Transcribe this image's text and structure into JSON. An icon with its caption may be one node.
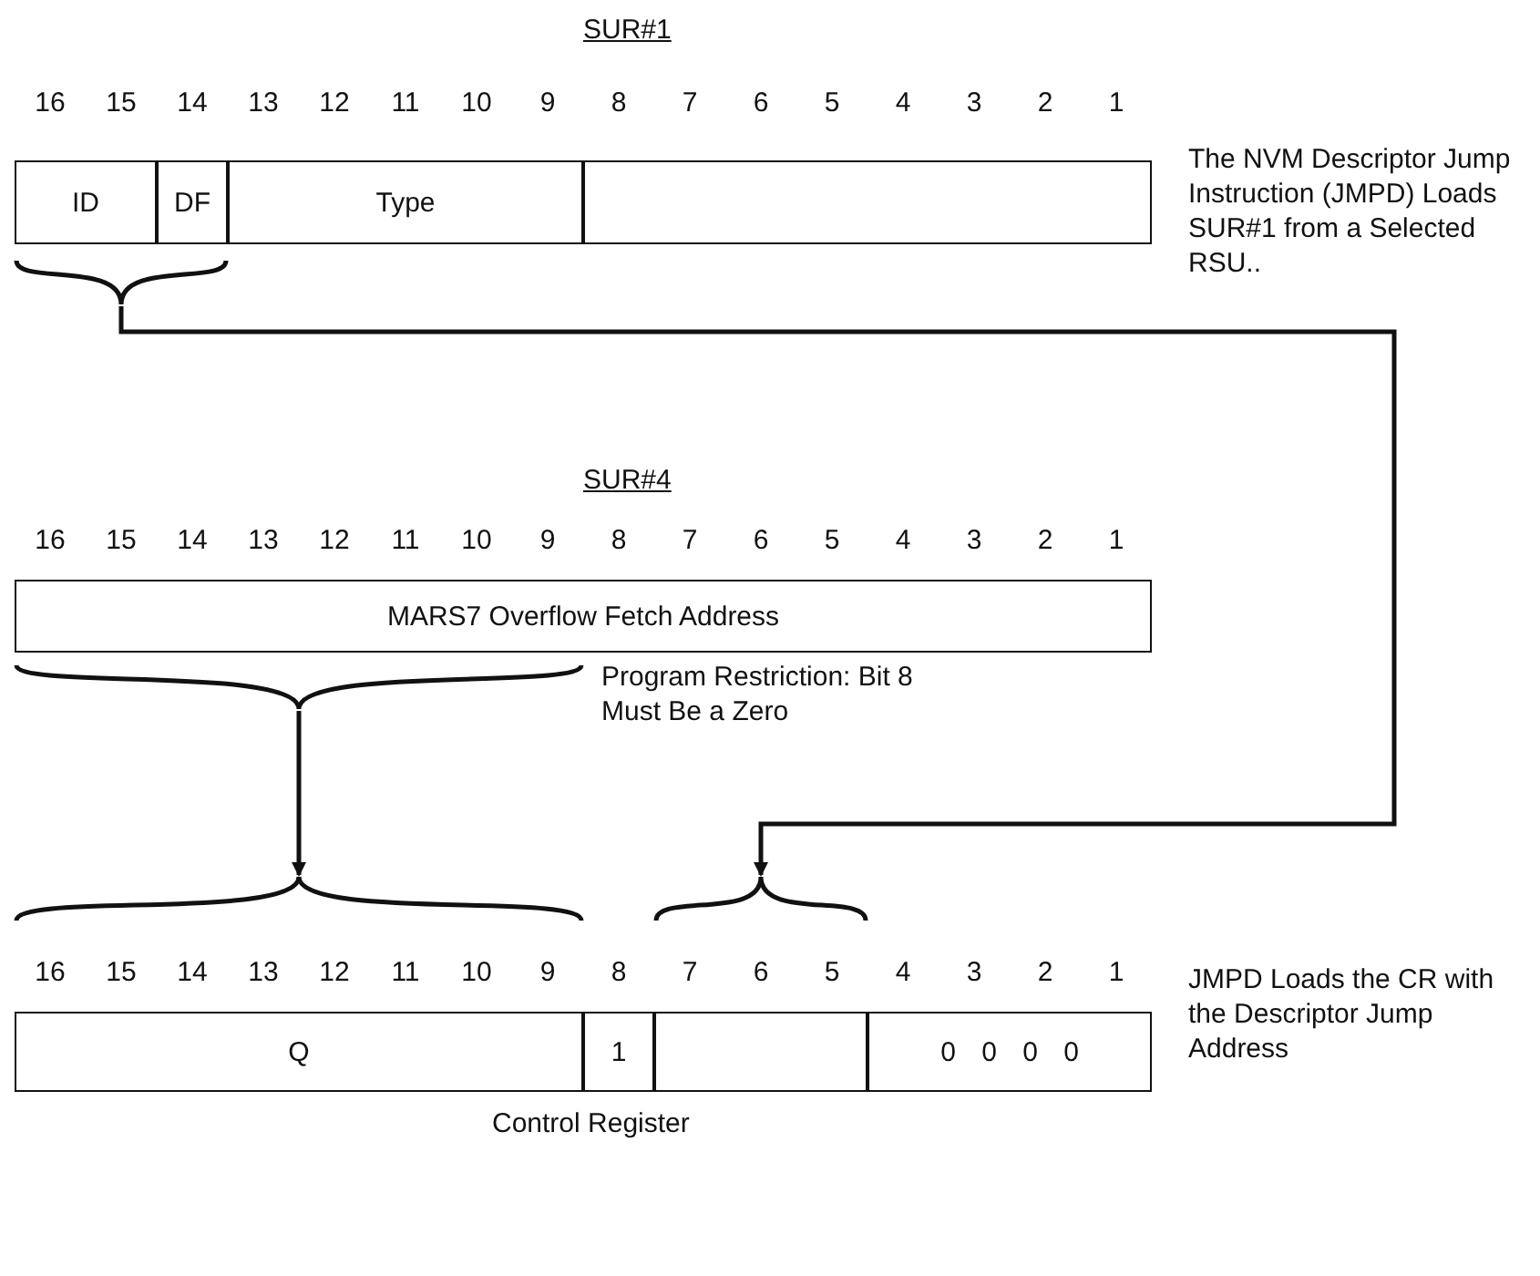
{
  "diagram": {
    "nodes": [
      {
        "text": [
          "ID"
        ]
      },
      {
        "text": [
          "DF"
        ]
      },
      {
        "text": [
          "Type"
        ]
      },
      {
        "text": [],
        "shape": "box"
      },
      {
        "text": [
          "MARS7 Overflow Fetch Address"
        ]
      },
      {
        "text": [
          "Q"
        ]
      },
      {
        "text": [
          "1"
        ]
      },
      {
        "text": [],
        "shape": "box"
      },
      {
        "text": [
          "0 0 0 0"
        ]
      },
      {
        "text": [],
        "shape": "bracket"
      },
      {
        "text": [],
        "shape": "bracket"
      },
      {
        "text": [],
        "shape": "bracket"
      },
      {
        "text": [],
        "shape": "bracket"
      }
    ],
    "edges": [
      {
        "from": 9,
        "to": 12,
        "arrow": "to"
      },
      {
        "from": 10,
        "to": 11,
        "arrow": "to"
      }
    ],
    "labels": [
      "SUR#1",
      "16",
      "15",
      "14",
      "13",
      "12",
      "11",
      "10",
      "9",
      "8",
      "7",
      "6",
      "5",
      "4",
      "3",
      "2",
      "1",
      "The NVM Descriptor Jump Instruction (JMPD) Loads SUR#1 from a Selected RSU..",
      "SUR#4",
      "16",
      "15",
      "14",
      "13",
      "12",
      "11",
      "10",
      "9",
      "8",
      "7",
      "6",
      "5",
      "4",
      "3",
      "2",
      "1",
      "Program Restriction: Bit 8 Must Be a Zero",
      "16",
      "15",
      "14",
      "13",
      "12",
      "11",
      "10",
      "9",
      "8",
      "7",
      "6",
      "5",
      "4",
      "3",
      "2",
      "1",
      "JMPD Loads the CR with the Descriptor Jump Address",
      "Control Register"
    ]
  }
}
